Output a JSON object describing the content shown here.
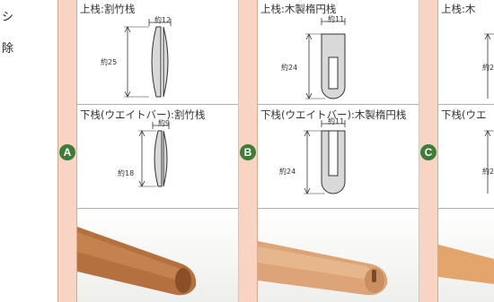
{
  "side_text": [
    "シ",
    "除"
  ],
  "badges": [
    "A",
    "B",
    "C"
  ],
  "panels": [
    {
      "top_label": "上栈:割竹栈",
      "bottom_label": "下栈(ウエイトバー):割竹栈",
      "top_width": "約12",
      "top_height": "約25",
      "bottom_width": "約9",
      "bottom_height": "約18"
    },
    {
      "top_label": "上栈:木製楕円栈",
      "bottom_label": "下栈(ウエイトバー):木製楕円栈",
      "top_width": "約11",
      "top_height": "約24",
      "bottom_width": "約11",
      "bottom_height": "約24"
    },
    {
      "top_label": "上栈:木",
      "bottom_label": "下栈(ウエ",
      "top_height": "約2",
      "bottom_height": "約2"
    }
  ],
  "colors": {
    "band": "#f7d5c2",
    "badge": "#3d7d3a",
    "section_gray": "#d9d9d9",
    "wood": "#c98f5f"
  }
}
